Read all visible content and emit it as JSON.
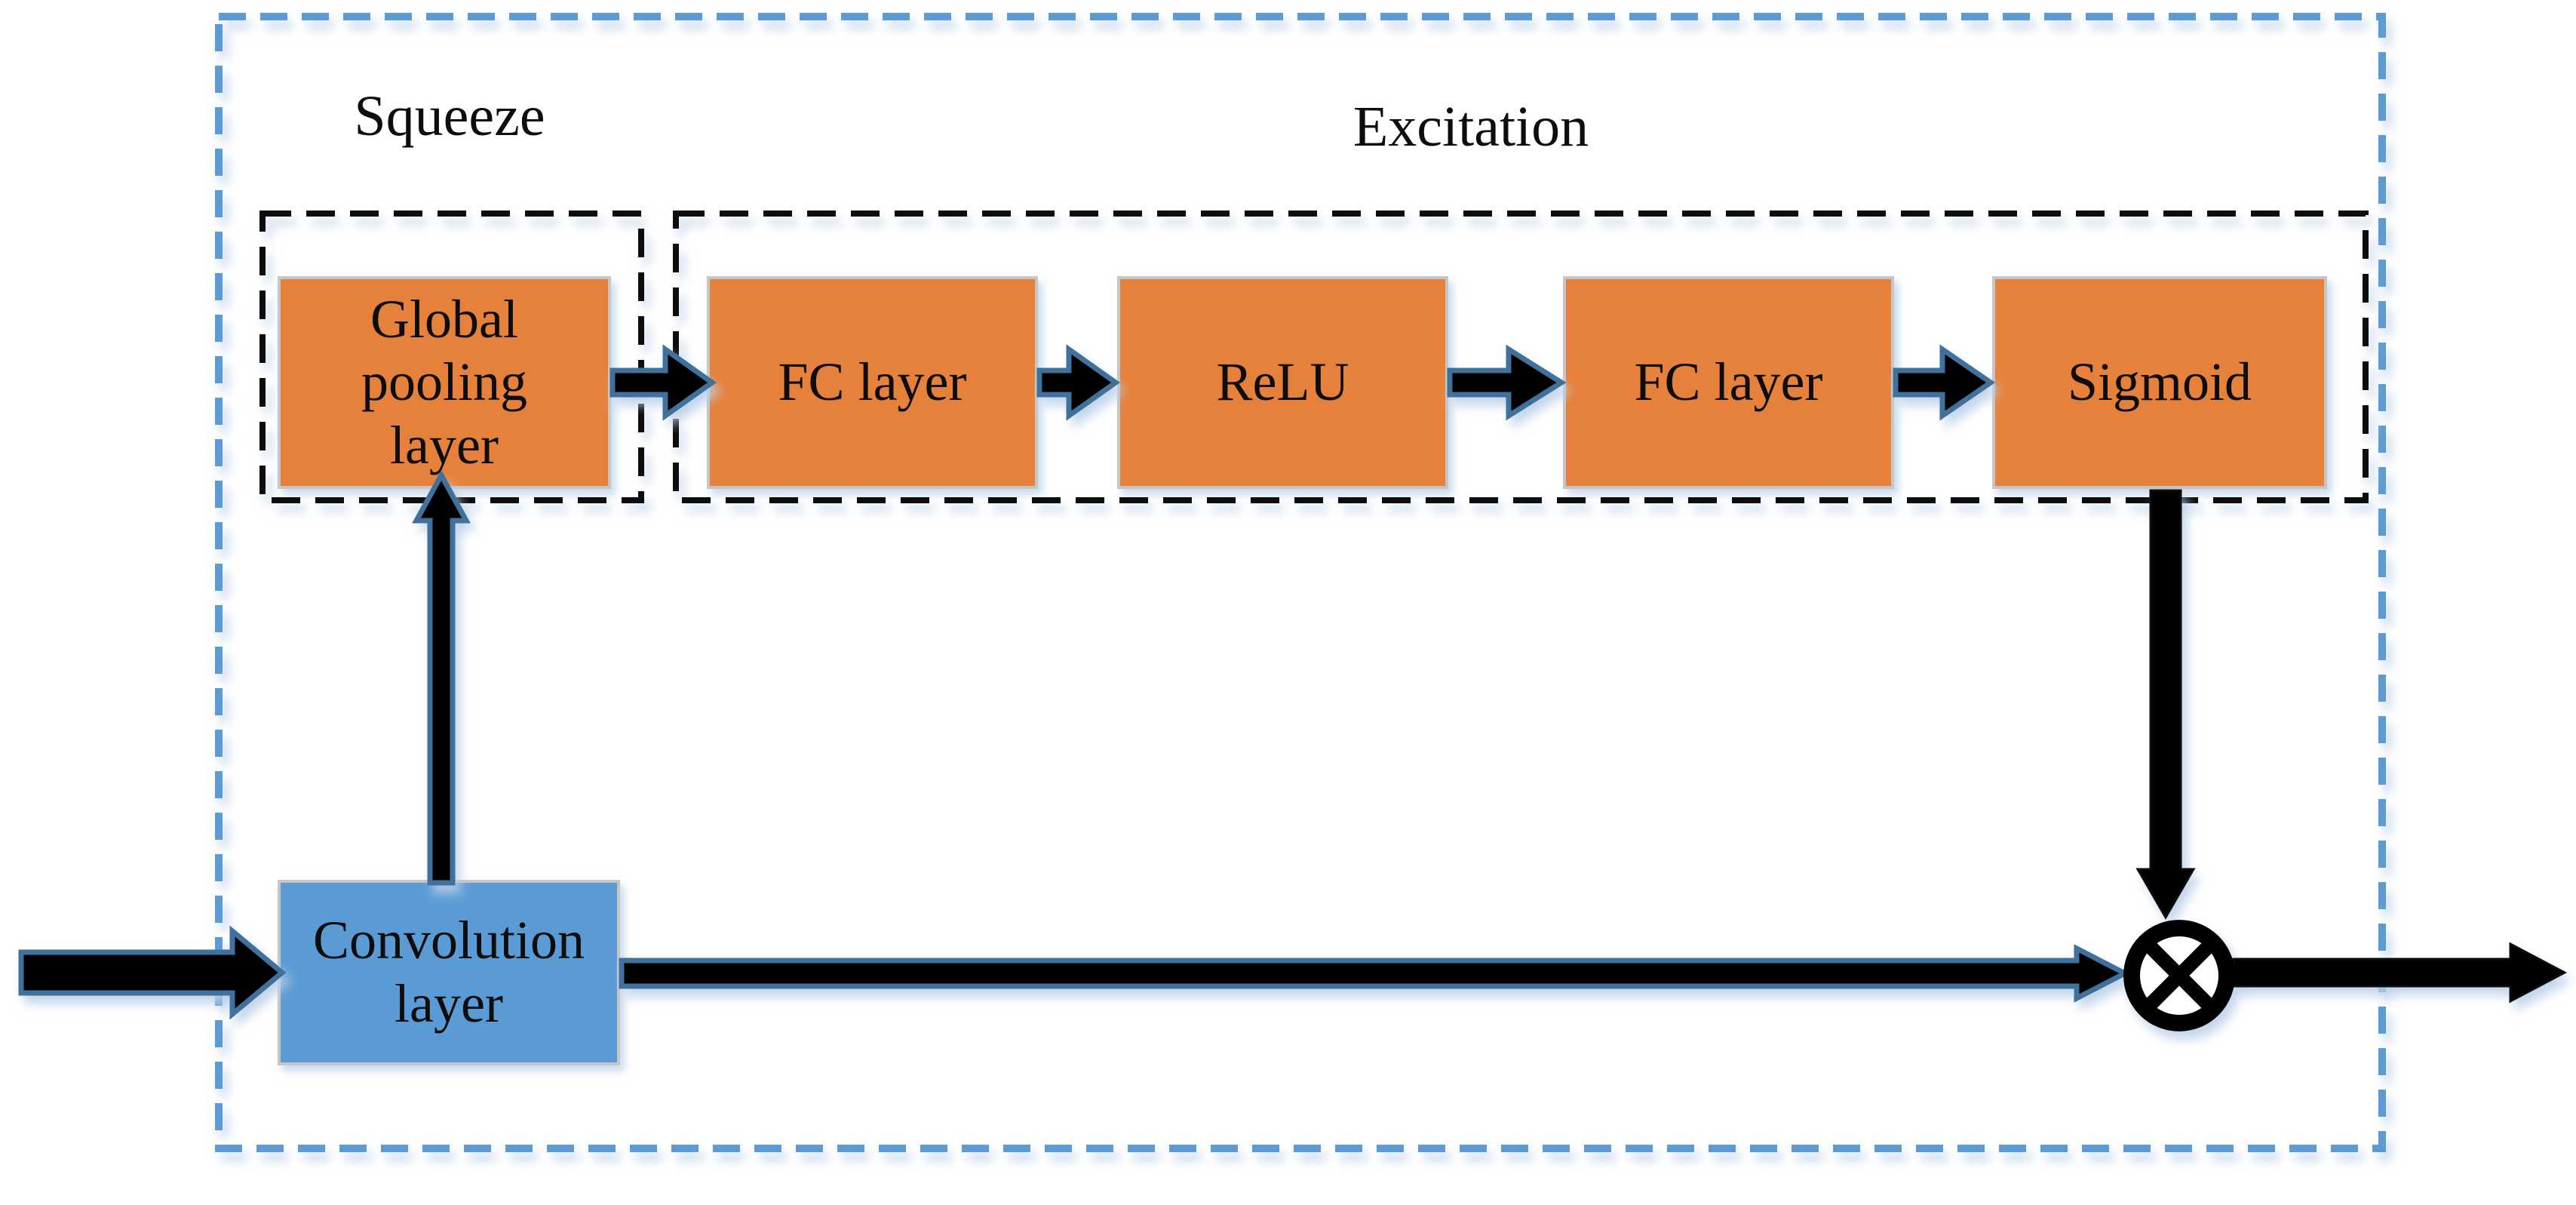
{
  "diagram": {
    "sections": {
      "squeeze": {
        "label": "Squeeze"
      },
      "excitation": {
        "label": "Excitation"
      }
    },
    "blocks": {
      "global_pooling": {
        "label": "Global pooling layer",
        "color": "#E6813B"
      },
      "fc1": {
        "label": "FC layer",
        "color": "#E6813B"
      },
      "relu": {
        "label": "ReLU",
        "color": "#E6813B"
      },
      "fc2": {
        "label": "FC layer",
        "color": "#E6813B"
      },
      "sigmoid": {
        "label": "Sigmoid",
        "color": "#E6813B"
      },
      "convolution": {
        "label": "Convolution layer",
        "color": "#5B9BD5"
      }
    },
    "operator": {
      "symbol": "⊗"
    },
    "colors": {
      "outer_border": "#5B9BD5",
      "section_border": "#0D0D0D",
      "arrow_fill": "#000000",
      "arrow_outline": "#41719C",
      "block_border": "#C6C6C6",
      "text": "#0D0D0D",
      "background": "#FFFFFF"
    }
  }
}
